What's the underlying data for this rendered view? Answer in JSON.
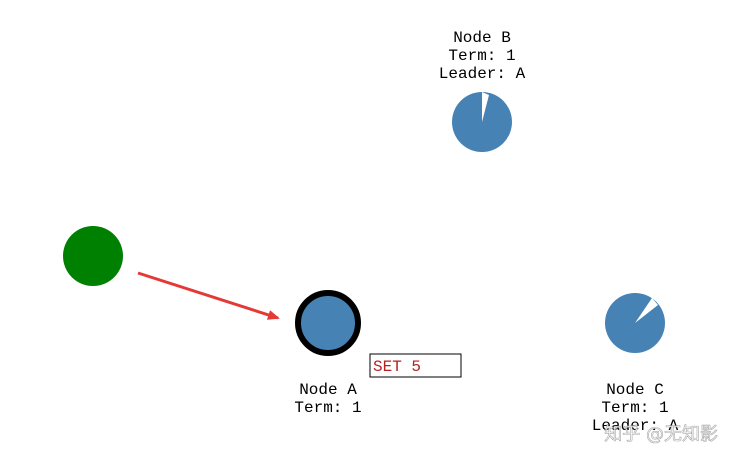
{
  "colors": {
    "node_fill": "#4682b4",
    "client_fill": "#008000",
    "leader_stroke": "#000000",
    "arrow": "#e53935",
    "command_text": "#b22222"
  },
  "nodes": {
    "a": {
      "name": "Node A",
      "term": "Term: 1",
      "leader": ""
    },
    "b": {
      "name": "Node B",
      "term": "Term: 1",
      "leader": "Leader: A"
    },
    "c": {
      "name": "Node C",
      "term": "Term: 1",
      "leader": "Leader: A"
    }
  },
  "client": {
    "label": ""
  },
  "command": {
    "text": "SET 5"
  },
  "watermark": {
    "text": "知乎 @无知影"
  }
}
